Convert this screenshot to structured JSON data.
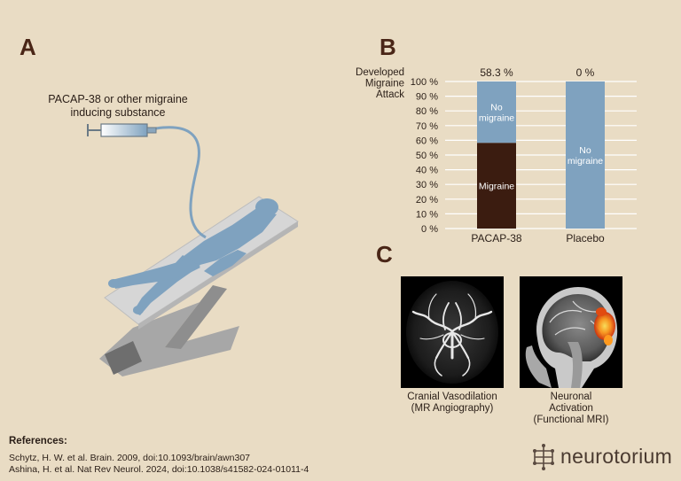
{
  "panels": {
    "a": "A",
    "b": "B",
    "c": "C"
  },
  "panel_a": {
    "substance_label": "PACAP-38 or other migraine inducing substance"
  },
  "colors": {
    "background": "#e9dcc4",
    "migraine": "#3b1c10",
    "no_migraine": "#7fa2bf",
    "accent": "#4a2617"
  },
  "chart_data": {
    "type": "bar",
    "stacked": true,
    "ylabel": "Developed Migraine Attack",
    "ylim": [
      0,
      100
    ],
    "yticks": [
      "0 %",
      "10 %",
      "20 %",
      "30 %",
      "40 %",
      "50 %",
      "60 %",
      "70 %",
      "80 %",
      "90 %",
      "100 %"
    ],
    "categories": [
      "PACAP-38",
      "Placebo"
    ],
    "top_labels": [
      "58.3 %",
      "0 %"
    ],
    "series": [
      {
        "name": "Migraine",
        "values": [
          58.3,
          0
        ]
      },
      {
        "name": "No migraine",
        "values": [
          41.7,
          100
        ]
      }
    ],
    "grid": true
  },
  "panel_c": {
    "images": [
      {
        "caption": "Cranial Vasodilation (MR Angiography)",
        "lines": [
          "Cranial Vasodilation",
          "(MR Angiography)"
        ]
      },
      {
        "caption": "Neuronal Activation (Functional MRI)",
        "lines": [
          "Neuronal",
          "Activation",
          "(Functional MRI)"
        ]
      }
    ]
  },
  "references": {
    "title": "References:",
    "items": [
      "Schytz, H. W. et al. Brain. 2009, doi:10.1093/brain/awn307",
      "Ashina, H. et al. Nat Rev Neurol. 2024, doi:10.1038/s41582-024-01011-4"
    ]
  },
  "logo": {
    "text": "neurotorium"
  }
}
